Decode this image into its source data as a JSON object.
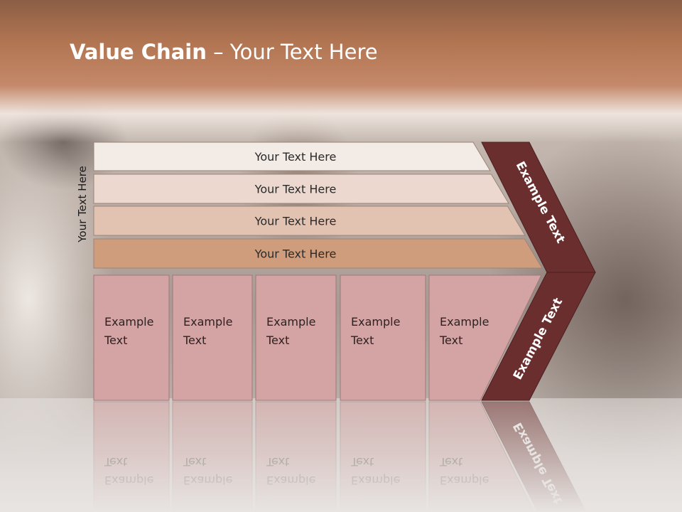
{
  "slide": {
    "title_bold": "Value Chain",
    "title_rest": " – Your Text Here",
    "side_label": "Your Text Here"
  },
  "bars": [
    {
      "label": "Your Text Here"
    },
    {
      "label": "Your Text Here"
    },
    {
      "label": "Your Text Here"
    },
    {
      "label": "Your Text Here"
    }
  ],
  "columns": [
    {
      "line1": "Example",
      "line2": "Text"
    },
    {
      "line1": "Example",
      "line2": "Text"
    },
    {
      "line1": "Example",
      "line2": "Text"
    },
    {
      "line1": "Example",
      "line2": "Text"
    },
    {
      "line1": "Example",
      "line2": "Text"
    }
  ],
  "chevron": {
    "upper_label": "Example Text",
    "lower_label": "Example Text"
  },
  "colors": {
    "header": "#b27552",
    "bar_colors": [
      "#f3ebe6",
      "#ecd8ce",
      "#e2c3b2",
      "#cf9c7c"
    ],
    "column": "#d4a3a3",
    "chevron": "#6b2e2e"
  }
}
